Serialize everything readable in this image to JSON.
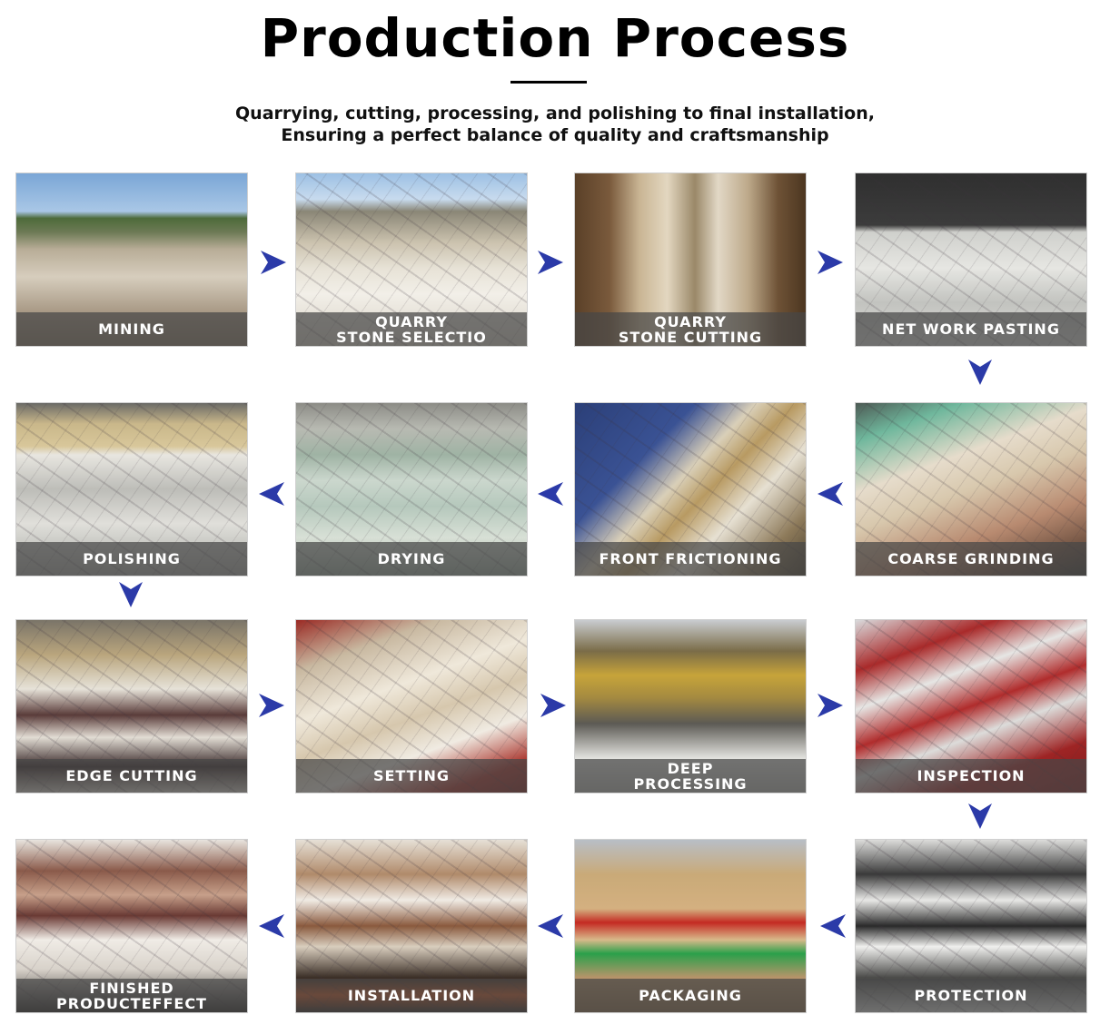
{
  "header": {
    "title": "Production Process",
    "subtitle_line1": "Quarrying, cutting, processing, and polishing to final installation,",
    "subtitle_line2": "Ensuring a perfect balance of quality and craftsmanship"
  },
  "colors": {
    "arrow": "#2b3aa8",
    "label_band": "#464646",
    "label_text": "#ffffff"
  },
  "steps": [
    {
      "label": "MINING"
    },
    {
      "label": "QUARRY\nSTONE SELECTIO"
    },
    {
      "label": "QUARRY\nSTONE CUTTING"
    },
    {
      "label": "NET WORK PASTING"
    },
    {
      "label": "COARSE GRINDING"
    },
    {
      "label": "FRONT FRICTIONING"
    },
    {
      "label": "DRYING"
    },
    {
      "label": "POLISHING"
    },
    {
      "label": "EDGE CUTTING"
    },
    {
      "label": "SETTING"
    },
    {
      "label": "DEEP\nPROCESSING"
    },
    {
      "label": "INSPECTION"
    },
    {
      "label": "PROTECTION"
    },
    {
      "label": "PACKAGING"
    },
    {
      "label": "INSTALLATION"
    },
    {
      "label": "FINISHED\nPRODUCTEFFECT"
    }
  ]
}
